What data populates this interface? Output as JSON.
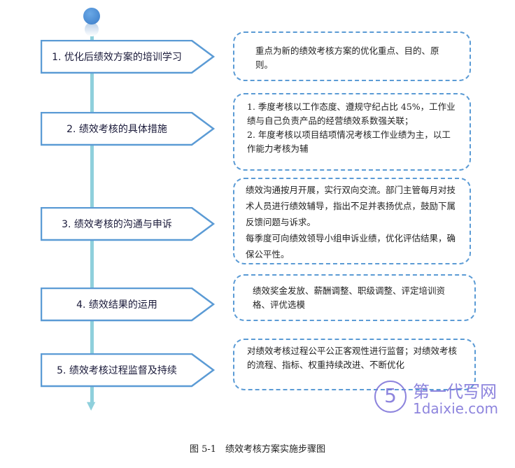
{
  "steps": [
    {
      "label": "1. 优化后绩效方案的培训学习",
      "note": "重点为新的绩效考核方案的优化重点、目的、原则。"
    },
    {
      "label": "2. 绩效考核的具体措施",
      "note_lines": [
        "1. 季度考核以工作态度、遵规守纪占比 45%，工作业绩与自己负责产品的经营绩效系数强关联；",
        "2. 年度考核以项目结项情况考核工作业绩为主，以工作能力考核为辅"
      ]
    },
    {
      "label": "3. 绩效考核的沟通与申诉",
      "note_lines": [
        "绩效沟通按月开展，实行双向交流。部门主管每月对技术人员进行绩效辅导，指出不足并表扬优点，鼓励下属反馈问题与诉求。",
        "每季度可向绩效领导小组申诉业绩，优化评估结果，确保公平性。"
      ]
    },
    {
      "label": "4. 绩效结果的运用",
      "note": "绩效奖金发放、薪酬调整、职级调整、评定培训资格、评优选模"
    },
    {
      "label": "5. 绩效考核过程监督及持续",
      "note": "对绩效考核过程公平公正客观性进行监督；对绩效考核的流程、指标、权重持续改进、不断优化"
    }
  ],
  "caption": "图 5-1　绩效考核方案实施步骤图",
  "watermark": {
    "logo": "5",
    "title": "第一代写网",
    "site": "1daixie.com"
  },
  "colors": {
    "line": "#8fd0dc",
    "border": "#5b9bd5"
  }
}
